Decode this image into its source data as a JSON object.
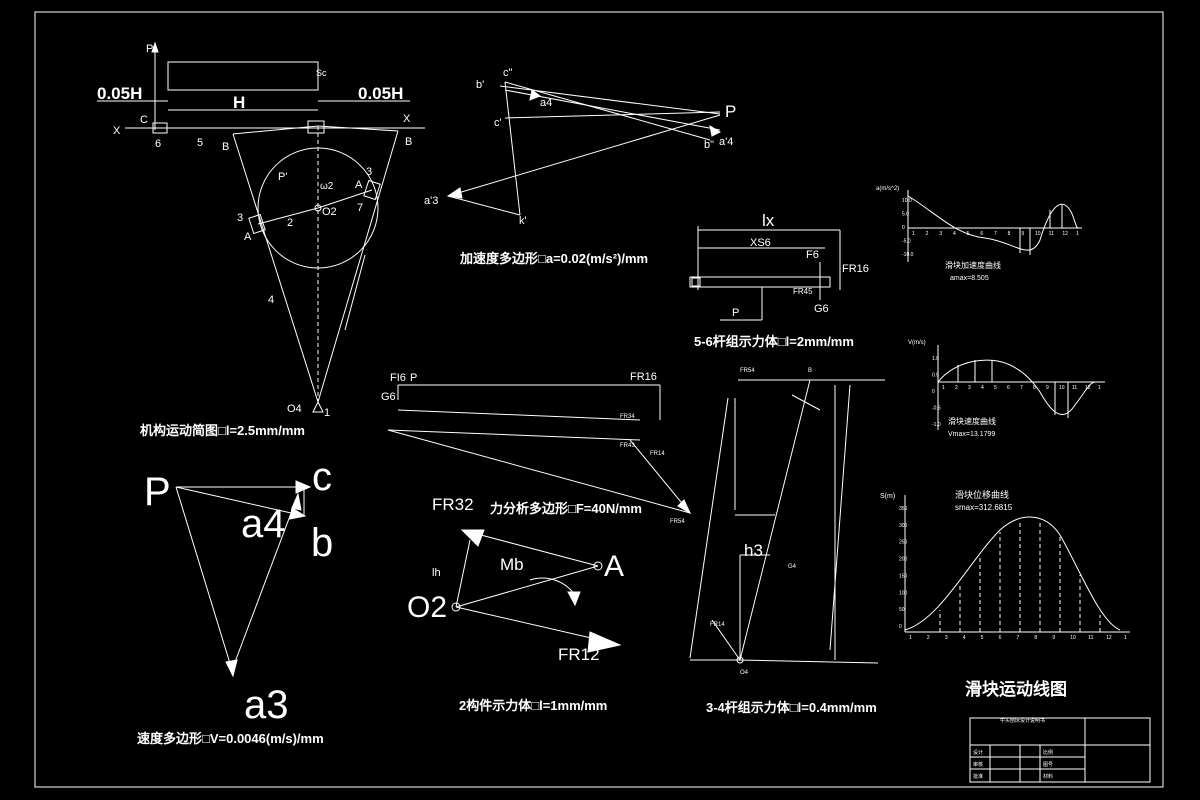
{
  "captions": {
    "mechanism": "机构运动简图□l=2.5mm/mm",
    "acceleration": "加速度多边形□a=0.02(m/s²)/mm",
    "velocity": "速度多边形□V=0.0046(m/s)/mm",
    "force_polygon": "力分析多边形□F=40N/mm",
    "group_56": "5-6杆组示力体□l=2mm/mm",
    "member_2": "2构件示力体□l=1mm/mm",
    "group_34": "3-4杆组示力体□l=0.4mm/mm",
    "motion_title": "滑块运动线图"
  },
  "mechanism": {
    "dim_005h": "0.05H",
    "dim_h": "H",
    "sc": "Sc",
    "p": "P",
    "x": "X",
    "c": "C",
    "b": "B",
    "a": "A",
    "omega": "ω2",
    "o2": "O2",
    "o4": "O4",
    "num_1": "1",
    "num_2": "2",
    "num_3": "3",
    "num_4": "4",
    "num_5": "5",
    "num_6": "6",
    "num_7": "7",
    "p_prime": "P'"
  },
  "velocity_polygon": {
    "p": "P",
    "c": "c",
    "a4": "a4",
    "b": "b",
    "a3": "a3"
  },
  "accel_polygon": {
    "b_prime": "b'",
    "c_dd": "c\"",
    "a4": "a4",
    "c_prime": "c'",
    "p": "P",
    "a4_prime": "a'4",
    "b_dd": "b\"",
    "a3_prime": "a'3",
    "k_prime": "k'"
  },
  "group56": {
    "lx": "lx",
    "xs6": "XS6",
    "fr16": "FR16",
    "fr45": "FR45",
    "g6": "G6",
    "p": "P",
    "fs": "F6"
  },
  "force_polygon": {
    "fi6": "FI6",
    "p": "P",
    "fr16": "FR16",
    "g6": "G6",
    "fr34": "FR34",
    "fr43": "FR43",
    "fr14": "FR14",
    "fr54": "FR54"
  },
  "member2": {
    "fr32": "FR32",
    "mb": "Mb",
    "a": "A",
    "o2": "O2",
    "fr12": "FR12",
    "lh": "lh"
  },
  "group34": {
    "b": "B",
    "h3": "h3",
    "g4": "G4",
    "o4": "O4",
    "fr14": "FR14",
    "fr54": "FR54"
  },
  "accel_curve": {
    "ylabel": "a(m/s^2)",
    "title": "滑块加速度曲线",
    "max": "amax=8.505",
    "y_ticks": [
      "10.0",
      "5.0",
      "0",
      "-5.0",
      "-10.0"
    ],
    "x_ticks": [
      "1",
      "2",
      "3",
      "4",
      "5",
      "6",
      "7",
      "8",
      "9",
      "10",
      "11",
      "12",
      "1"
    ]
  },
  "velocity_curve": {
    "ylabel": "V(m/s)",
    "title": "滑块速度曲线",
    "max": "Vmax=13.1799",
    "y_ticks": [
      "1.0",
      "0.5",
      "0",
      "-0.5",
      "-1.0"
    ],
    "x_ticks": [
      "1",
      "2",
      "3",
      "4",
      "5",
      "6",
      "7",
      "8",
      "9",
      "10",
      "11",
      "12",
      "1"
    ]
  },
  "displacement_curve": {
    "ylabel": "S(m)",
    "title": "滑块位移曲线",
    "max": "smax=312.6815",
    "y_ticks": [
      "350",
      "300",
      "250",
      "200",
      "150",
      "100",
      "50",
      "0"
    ],
    "x_ticks": [
      "1",
      "2",
      "3",
      "4",
      "5",
      "6",
      "7",
      "8",
      "9",
      "10",
      "11",
      "12",
      "1"
    ]
  },
  "title_block": {
    "header": "牛头刨床设计说明书",
    "r1": "设计",
    "r2": "审核",
    "r3": "批准",
    "c1": "比例",
    "c2": "图号",
    "c3": "材料"
  }
}
